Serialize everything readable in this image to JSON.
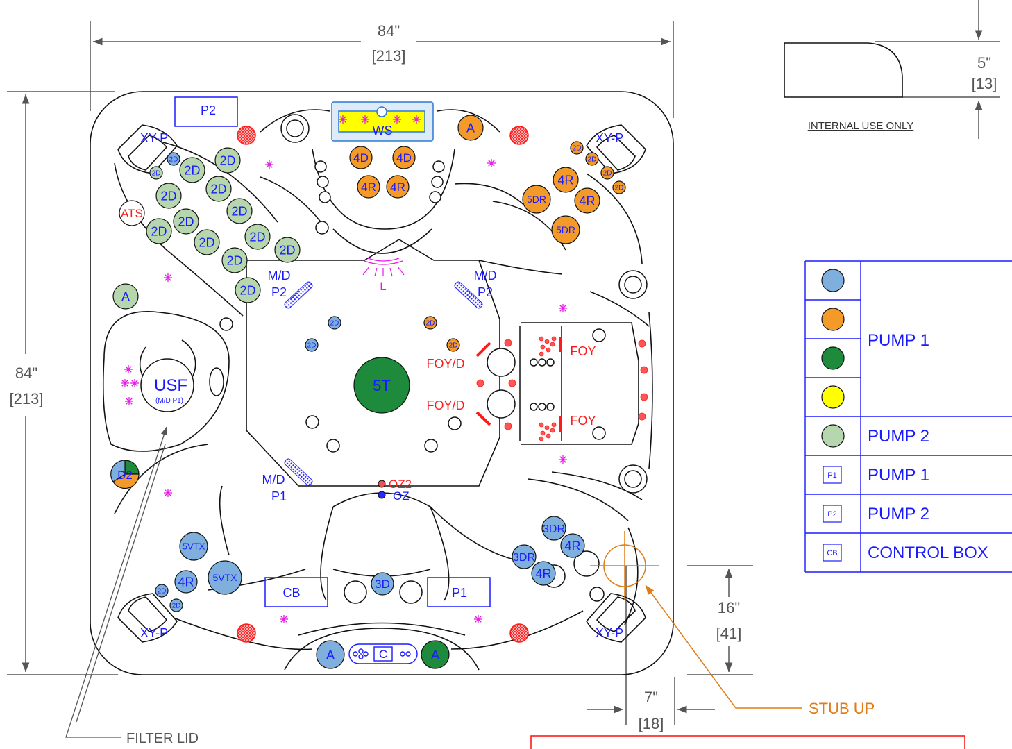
{
  "colors": {
    "pump1_blue": "#7fb0dd",
    "pump1_orange": "#f49a28",
    "pump1_green": "#1e8a3c",
    "pump1_yellow": "#ffff00",
    "pump2_lightgreen": "#b6d6ad",
    "label_blue": "#1a1aff",
    "label_red": "#ff1a1a",
    "light_magenta": "#e619e6",
    "stub_orange": "#e07b15",
    "dim_grey": "#555555",
    "outline": "#111111"
  },
  "dimensions": {
    "width_in": "84\"",
    "width_cm": "[213]",
    "height_in": "84\"",
    "height_cm": "[213]",
    "depth_in": "5\"",
    "depth_cm": "[13]",
    "offset_y_in": "16\"",
    "offset_y_cm": "[41]",
    "offset_x_in": "7\"",
    "offset_x_cm": "[18]"
  },
  "notes": {
    "internal_use": "INTERNAL USE ONLY",
    "stub_up": "STUB UP",
    "filter_lid": "FILTER LID"
  },
  "labels": {
    "p2_box": "P2",
    "cb_box": "CB",
    "p1_box": "P1",
    "ws": "WS",
    "a": "A",
    "xyp": "XY-P",
    "ats": "ATS",
    "usf": "USF",
    "usf_sub": "(M/D P1)",
    "d2": "D2",
    "md": "M/D",
    "p1": "P1",
    "p2": "P2",
    "light": "L",
    "five_t": "5T",
    "foyd": "FOY/D",
    "foy": "FOY",
    "oz2": "OZ2",
    "oz": "OZ",
    "c": "C",
    "j2d": "2D",
    "j4d": "4D",
    "j4r": "4R",
    "j5dr": "5DR",
    "j3dr": "3DR",
    "j5vtx": "5VTX",
    "j3d": "3D"
  },
  "legend": {
    "rows": [
      {
        "swatch": "circle-blue"
      },
      {
        "swatch": "circle-orange"
      },
      {
        "swatch": "circle-green"
      },
      {
        "swatch": "circle-yellow"
      },
      {
        "swatch": "circle-lightgreen",
        "label": "PUMP 2"
      },
      {
        "swatch": "box",
        "box_text": "P1",
        "label": "PUMP 1"
      },
      {
        "swatch": "box",
        "box_text": "P2",
        "label": "PUMP 2"
      },
      {
        "swatch": "box",
        "box_text": "CB",
        "label": "CONTROL BOX"
      }
    ],
    "group_label": "PUMP 1"
  }
}
